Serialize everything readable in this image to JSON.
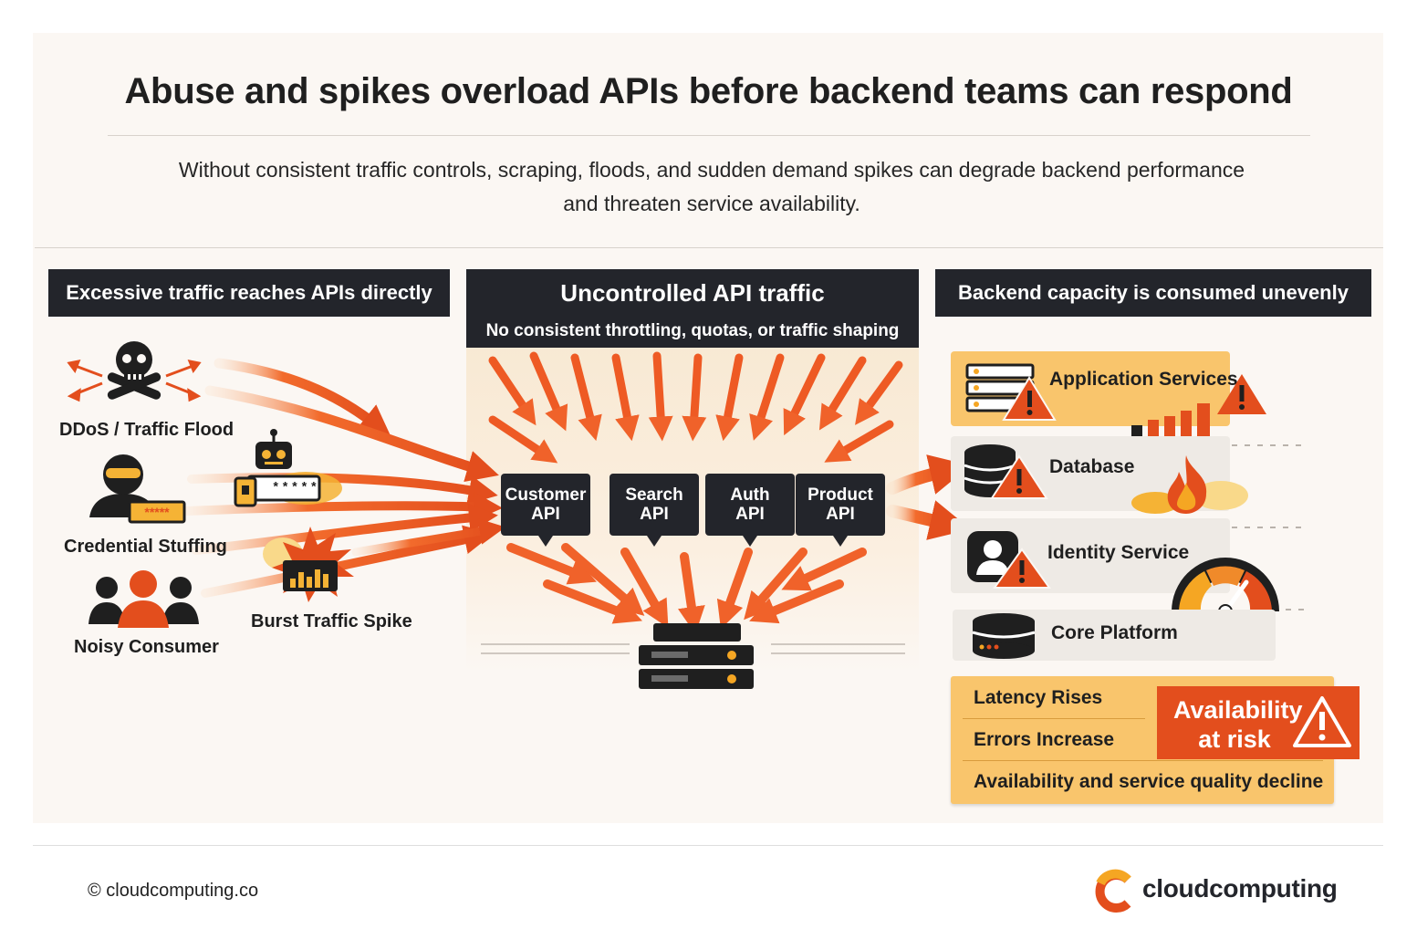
{
  "title": "Abuse and spikes overload APIs before backend teams can respond",
  "subtitle_line1": "Without consistent traffic controls, scraping, floods, and sudden demand spikes can degrade backend performance",
  "subtitle_line2": "and threaten service availability.",
  "left": {
    "header": "Excessive traffic reaches APIs directly",
    "sources": [
      "DDoS / Traffic Flood",
      "Credential Stuffing",
      "Burst Traffic Spike",
      "Noisy Consumer"
    ],
    "password_mask": "*****"
  },
  "middle": {
    "header": "Uncontrolled API traffic",
    "subheader": "No consistent throttling, quotas, or traffic shaping",
    "apis": [
      {
        "line1": "Customer",
        "line2": "API"
      },
      {
        "line1": "Search",
        "line2": "API"
      },
      {
        "line1": "Auth",
        "line2": "API"
      },
      {
        "line1": "Product",
        "line2": "API"
      }
    ]
  },
  "right": {
    "header": "Backend capacity is consumed unevenly",
    "services": [
      "Application Services",
      "Database",
      "Identity Service",
      "Core Platform"
    ],
    "impacts": [
      "Latency Rises",
      "Errors Increase",
      "Availability and service quality decline"
    ],
    "alert_line1": "Availability",
    "alert_line2": "at risk"
  },
  "footer": {
    "copyright": "© cloudcomputing.co",
    "brand": "cloudcomputing"
  },
  "colors": {
    "accent": "#e34e1d",
    "orange": "#f08a2a",
    "yellow": "#f9c56c",
    "dark": "#23252b",
    "background": "#fbf7f3"
  }
}
